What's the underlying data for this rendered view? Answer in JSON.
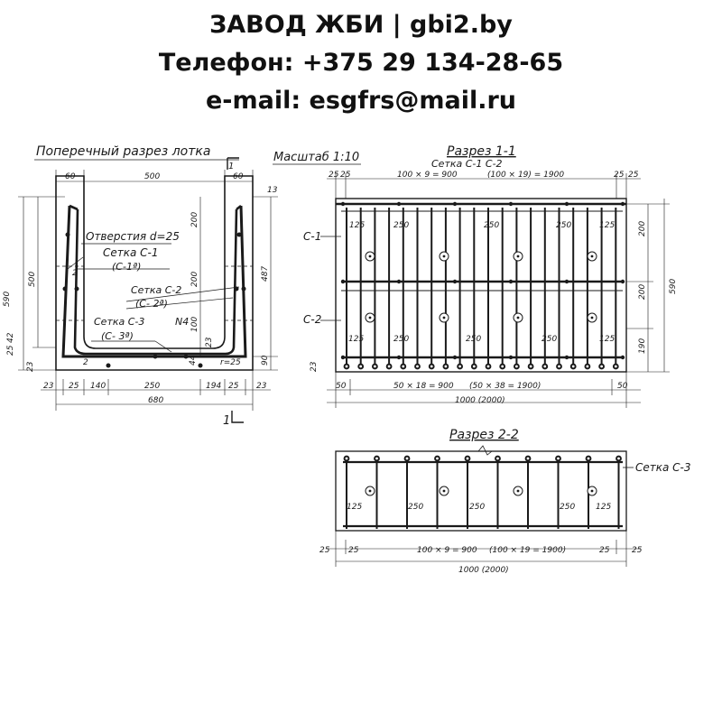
{
  "header": {
    "line1": "ЗАВОД ЖБИ | gbi2.by",
    "line2": "Телефон: +375 29 134-28-65",
    "line3": "e-mail: esgfrs@mail.ru"
  },
  "cross_section": {
    "title": "Поперечный разрез лотка",
    "cut_mark": "1",
    "labels": {
      "hole": "Отверстия d=25",
      "mesh_c1": "Сетка С-1",
      "mesh_c1a": "(С-1ª)",
      "mesh_c2": "Сетка С-2",
      "mesh_c2a": "(С- 2ª)",
      "mesh_c3": "Сетка С-3",
      "mesh_c3a": "(С- 3ª)",
      "n4": "N4",
      "bar2_left": "2",
      "bar2_mid": "2",
      "bar2_right": "2",
      "r25": "r=25"
    },
    "dims": {
      "top_60_left": "60",
      "top_500": "500",
      "top_60_right": "60",
      "left_590": "590",
      "left_500": "500",
      "left_25": "25",
      "left_42": "42",
      "left_23": "23",
      "inner_200_a": "200",
      "inner_200_b": "200",
      "inner_100": "100",
      "inner_23": "23",
      "inner_44": "44",
      "right_13": "13",
      "right_487": "487",
      "right_90": "90",
      "b_23_l": "23",
      "b_25_l": "25",
      "b_140": "140",
      "b_250": "250",
      "b_194": "194",
      "b_25_r": "25",
      "b_23_r": "23",
      "b_680": "680"
    }
  },
  "scale": "Масштаб 1:10",
  "section_1_1": {
    "title": "Разрез 1-1",
    "subtitle": "Сетка С-1   С-2",
    "c1": "С-1",
    "c2": "С-2",
    "top_25a": "25",
    "top_25b": "25",
    "top_spacing": "100 × 9 = 900",
    "top_spacing_alt": "(100 × 19) = 1900",
    "top_25c": "25",
    "top_25d": "25",
    "row1": [
      "125",
      "250",
      "250",
      "250",
      "125"
    ],
    "row2": [
      "125",
      "250",
      "250",
      "250",
      "125"
    ],
    "right_200a": "200",
    "right_200b": "200",
    "right_190": "190",
    "right_590": "590",
    "left_23": "23",
    "bot_50_l": "50",
    "bot_spacing": "50 × 18 = 900",
    "bot_spacing_alt": "(50 × 38 = 1900)",
    "bot_50_r": "50",
    "bot_total": "1000 (2000)"
  },
  "section_2_2": {
    "title": "Разрез 2-2",
    "mesh": "Сетка С-3",
    "row": [
      "125",
      "250",
      "250",
      "250",
      "125"
    ],
    "dims": {
      "l25a": "25",
      "l25b": "25",
      "spacing": "100 × 9 = 900",
      "spacing_alt": "(100 × 19 = 1900)",
      "r25a": "25",
      "r25b": "25",
      "total": "1000 (2000)"
    }
  }
}
